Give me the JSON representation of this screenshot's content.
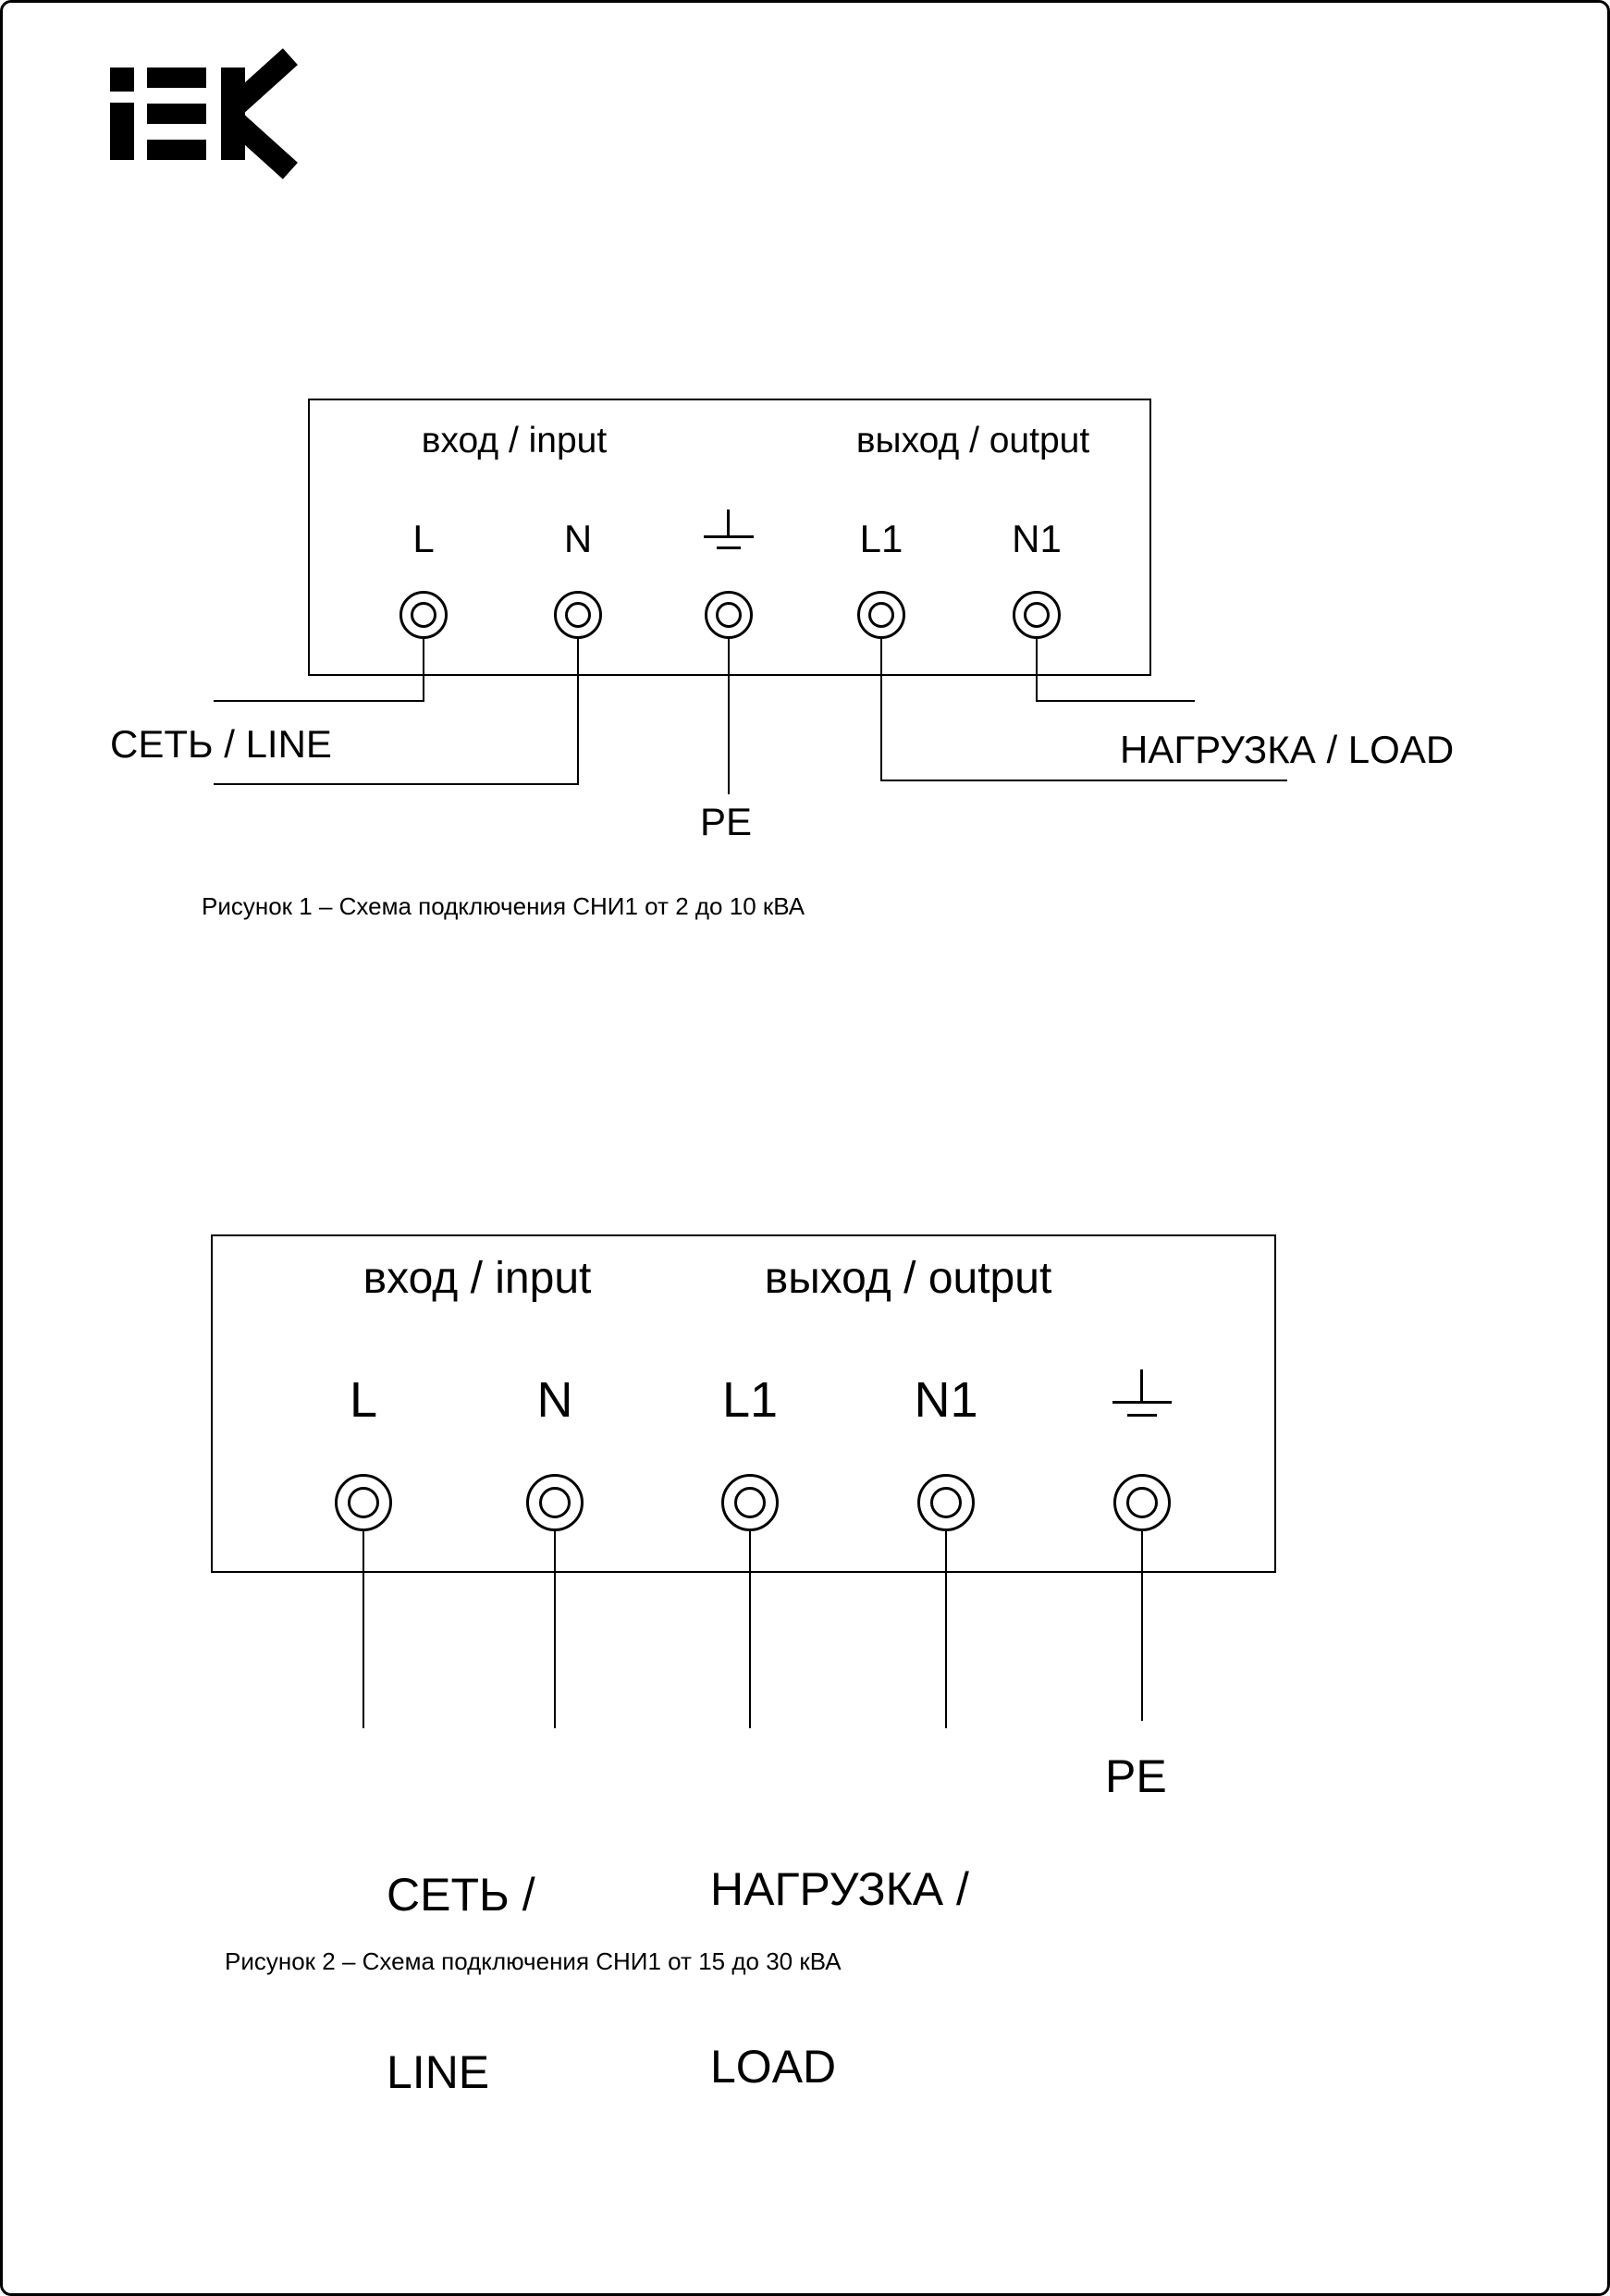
{
  "page": {
    "icons": {
      "logo": "iek-logo-icon",
      "ground": "earth-ground-icon"
    }
  },
  "figure1": {
    "input_header": "вход / input",
    "output_header": "выход / output",
    "terminals": [
      "L",
      "N",
      "L1",
      "N1"
    ],
    "labels": {
      "line": "СЕТЬ / LINE",
      "load": "НАГРУЗКА / LOAD",
      "pe": "PE"
    },
    "caption": "Рисунок 1 – Схема подключения СНИ1 от 2 до 10 кВА"
  },
  "figure2": {
    "input_header": "вход / input",
    "output_header": "выход / output",
    "terminals": [
      "L",
      "N",
      "L1",
      "N1"
    ],
    "labels": {
      "line_line1": "СЕТЬ /",
      "line_line2": "LINE",
      "load_line1": "НАГРУЗКА /",
      "load_line2": "LOAD",
      "pe": "PE"
    },
    "caption": "Рисунок 2 – Схема подключения СНИ1 от 15 до 30 кВА"
  }
}
